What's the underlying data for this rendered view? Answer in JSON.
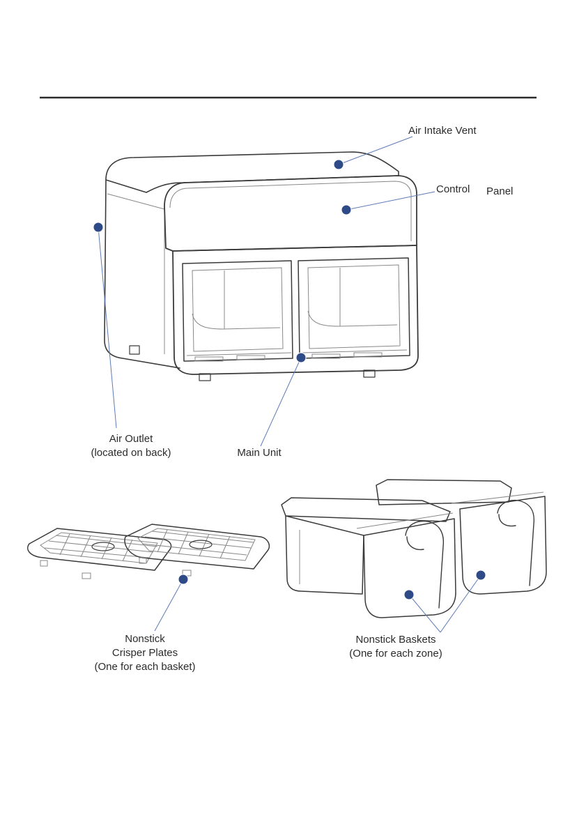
{
  "colors": {
    "marker": "#2e4a87",
    "leader": "#5d7ab5",
    "outline": "#3a3a3a"
  },
  "labels": {
    "air_intake_vent": "Air Intake Vent",
    "control": "Control",
    "panel": "Panel",
    "air_outlet_line1": "Air Outlet",
    "air_outlet_line2": "(located on back)",
    "main_unit": "Main Unit",
    "plates_line1": "Nonstick",
    "plates_line2": "Crisper Plates",
    "plates_line3": "(One for each basket)",
    "baskets_line1": "Nonstick Baskets",
    "baskets_line2": "(One for each zone)"
  }
}
